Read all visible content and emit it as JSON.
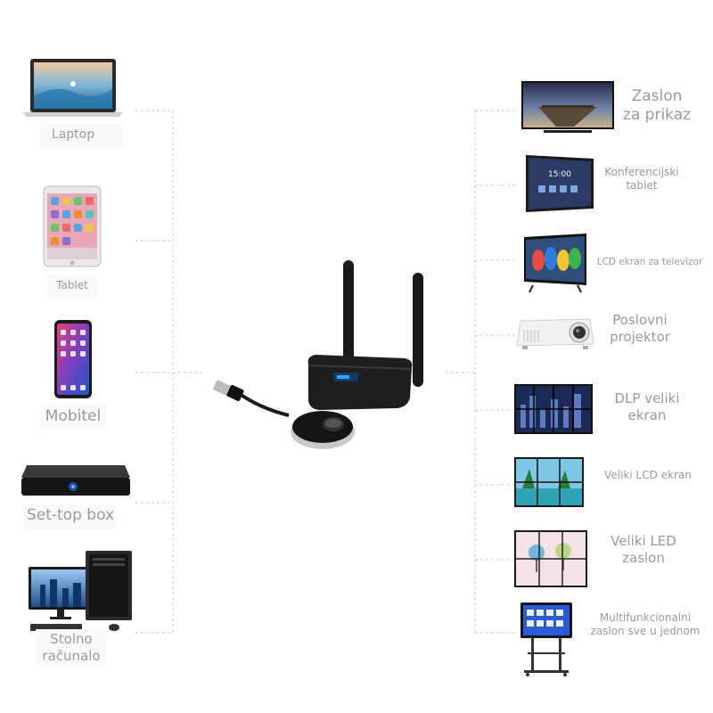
{
  "left_devices": [
    {
      "label": "Laptop",
      "icon": "laptop-icon"
    },
    {
      "label": "Tablet",
      "icon": "tablet-icon"
    },
    {
      "label": "Mobitel",
      "icon": "smartphone-icon"
    },
    {
      "label": "Set-top box",
      "icon": "set-top-box-icon"
    },
    {
      "label": "Stolno\nračunalo",
      "icon": "desktop-computer-icon"
    }
  ],
  "right_devices": [
    {
      "label": "Zaslon\nza prikaz",
      "icon": "display-screen-icon"
    },
    {
      "label": "Konferencijski\ntablet",
      "icon": "conference-tablet-icon",
      "screen_time": "15:00"
    },
    {
      "label": "LCD ekran za televizor",
      "icon": "lcd-tv-icon"
    },
    {
      "label": "Poslovni\nprojektor",
      "icon": "projector-icon"
    },
    {
      "label": "DLP veliki\nekran",
      "icon": "dlp-video-wall-icon"
    },
    {
      "label": "Veliki LCD ekran",
      "icon": "lcd-video-wall-icon"
    },
    {
      "label": "Veliki LED\nzaslon",
      "icon": "led-video-wall-icon"
    },
    {
      "label": "Multifunkcionalni\nzaslon sve u jednom",
      "icon": "all-in-one-display-icon"
    }
  ],
  "center": {
    "icon": "wireless-hdmi-kit-icon"
  },
  "colors": {
    "label": "#9a9a9a",
    "line": "#c8c8c8",
    "device_dark": "#1c1c1e"
  }
}
